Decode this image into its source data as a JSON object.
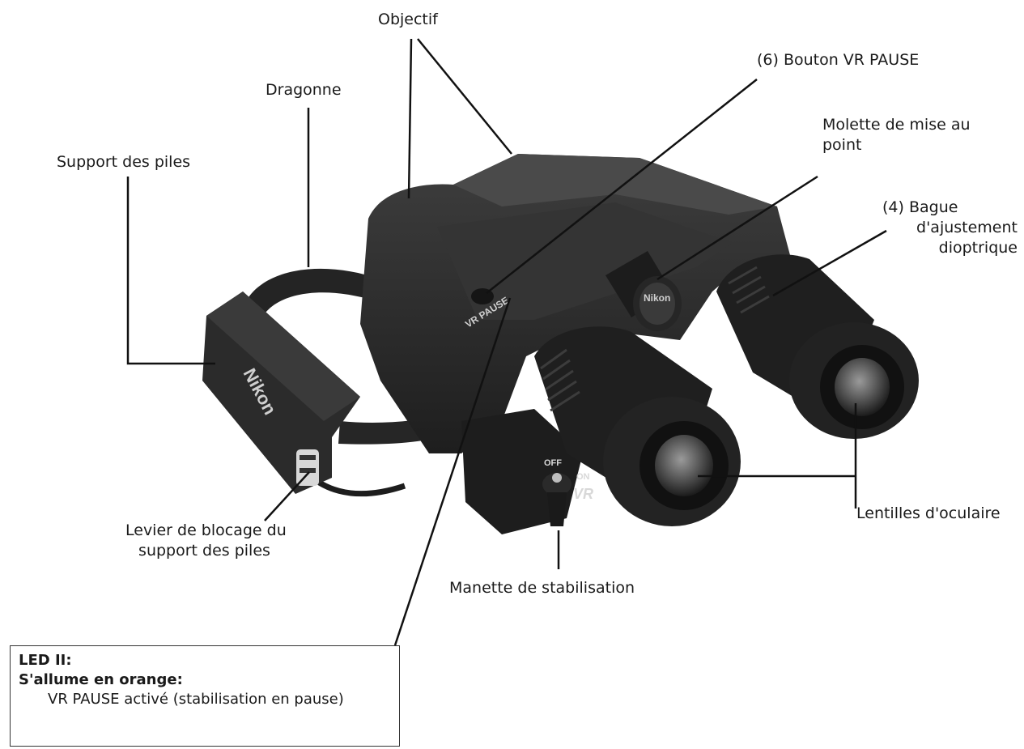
{
  "labels": {
    "objectif": "Objectif",
    "vr_pause_button": "(6) Bouton VR PAUSE",
    "dragonne": "Dragonne",
    "focus_line1": "Molette de mise au",
    "focus_line2": "point",
    "support_piles": "Support des piles",
    "bague_line1": "(4) Bague",
    "bague_line2": "d'ajustement",
    "bague_line3": "dioptrique",
    "lentilles": "Lentilles d'oculaire",
    "levier_line1": "Levier de blocage du",
    "levier_line2": "support des piles",
    "manette": "Manette de stabilisation"
  },
  "led_box": {
    "title": "LED II:",
    "subtitle": "S'allume en orange:",
    "description": "VR PAUSE activé (stabilisation en pause)"
  },
  "product_markings": {
    "vr_pause": "VR PAUSE",
    "off": "OFF",
    "on": "ON",
    "vr": "VR",
    "brand": "Nikon"
  },
  "colors": {
    "body": "#2e2e2e",
    "body_dark": "#161616",
    "lens": "#6b6b6b",
    "leader": "#111111"
  }
}
